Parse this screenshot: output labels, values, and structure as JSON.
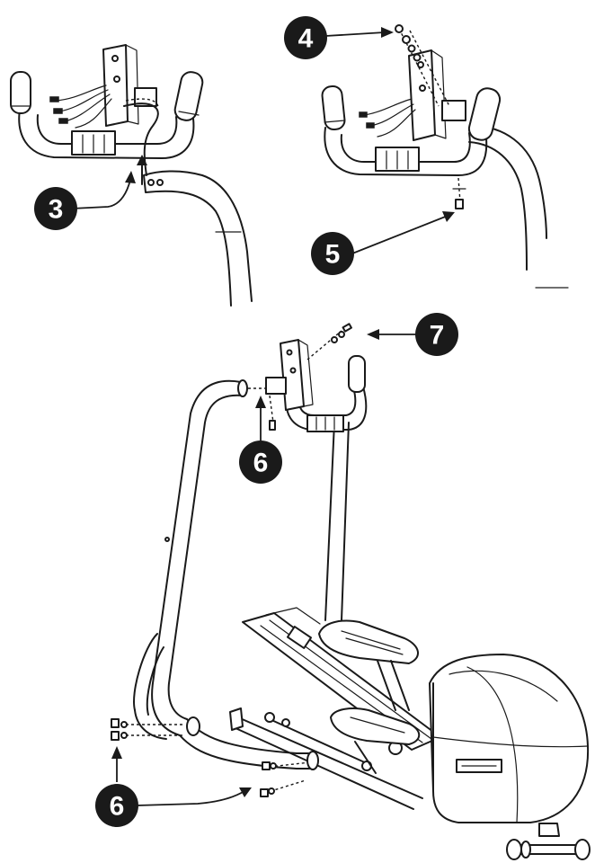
{
  "figure": {
    "panels": [
      "handlebar-wiring",
      "handlebar-fasteners",
      "upright-assembly"
    ],
    "callouts": [
      {
        "id": "3",
        "label": "3"
      },
      {
        "id": "4",
        "label": "4"
      },
      {
        "id": "5",
        "label": "5"
      },
      {
        "id": "7",
        "label": "7"
      },
      {
        "id": "6a",
        "label": "6"
      },
      {
        "id": "6b",
        "label": "6"
      }
    ],
    "colors": {
      "ink": "#1a1a1a",
      "paper": "#ffffff"
    }
  }
}
